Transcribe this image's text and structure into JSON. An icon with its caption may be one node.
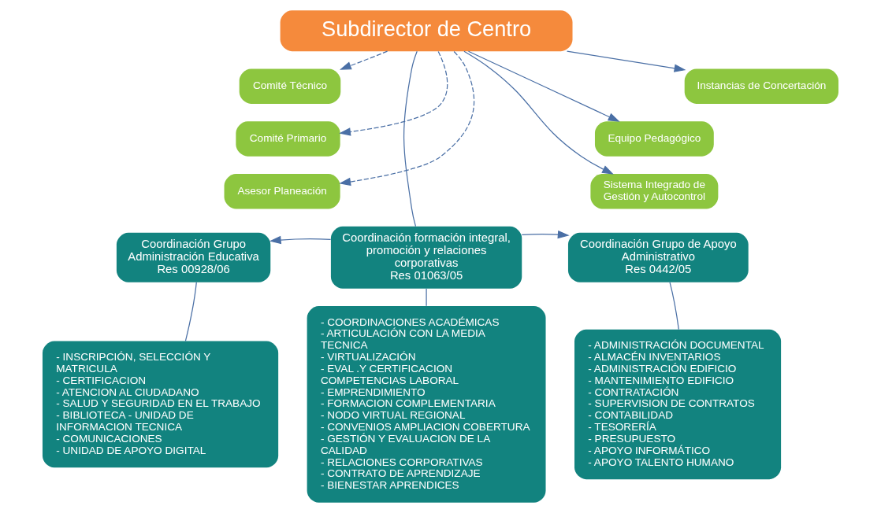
{
  "diagram": {
    "nodes": [
      {
        "text": [
          "Subdirector de Centro"
        ]
      },
      {
        "text": [
          "Comité Técnico"
        ]
      },
      {
        "text": [
          "Instancias de Concertación"
        ]
      },
      {
        "text": [
          "Comité Primario"
        ]
      },
      {
        "text": [
          "Equipo Pedagógico"
        ]
      },
      {
        "text": [
          "Asesor Planeación"
        ]
      },
      {
        "text": [
          "Sistema Integrado de Gestión y Autocontrol"
        ]
      },
      {
        "text": [
          "Coordinación Grupo Administración Educativa",
          "Res 00928/06"
        ]
      },
      {
        "text": [
          "Coordinación formación integral, promoción y relaciones corporativas",
          "Res 01063/05"
        ]
      },
      {
        "text": [
          "Coordinación Grupo de Apoyo Administrativo",
          "Res 0442/05"
        ]
      },
      {
        "text": [
          "- INSCRIPCIÓN, SELECCIÓN Y MATRICULA",
          "- CERTIFICACION",
          "- ATENCION AL CIUDADANO",
          "- SALUD Y SEGURIDAD EN EL TRABAJO",
          "- BIBLIOTECA - UNIDAD DE INFORMACION TECNICA",
          "- COMUNICACIONES",
          "- UNIDAD DE APOYO DIGITAL"
        ]
      },
      {
        "text": [
          "- COORDINACIONES ACADÉMICAS",
          "- ARTICULACIÓN CON LA MEDIA TECNICA",
          "- VIRTUALIZACIÓN",
          "- EVAL .Y CERTIFICACION COMPETENCIAS LABORAL",
          "- EMPRENDIMIENTO",
          "- FORMACION COMPLEMENTARIA",
          "- NODO VIRTUAL REGIONAL",
          "- CONVENIOS AMPLIACION COBERTURA",
          "- GESTIÓN Y EVALUACION DE LA CALIDAD",
          "- RELACIONES CORPORATIVAS",
          "- CONTRATO DE APRENDIZAJE",
          "- BIENESTAR APRENDICES"
        ]
      },
      {
        "text": [
          "- ADMINISTRACIÓN DOCUMENTAL",
          "- ALMACÉN INVENTARIOS",
          "- ADMINISTRACIÓN EDIFICIO",
          "- MANTENIMIENTO EDIFICIO",
          "- CONTRATACIÓN",
          "- SUPERVISION DE CONTRATOS",
          "- CONTABILIDAD",
          "- TESORERÍA",
          "- PRESUPUESTO",
          "- APOYO INFORMÁTICO",
          "- APOYO TALENTO HUMANO"
        ]
      }
    ],
    "edges": [
      {
        "from": 0,
        "to": 1,
        "arrow": "to",
        "style": "dashed"
      },
      {
        "from": 0,
        "to": 2,
        "arrow": "to"
      },
      {
        "from": 0,
        "to": 3,
        "arrow": "to",
        "style": "dashed"
      },
      {
        "from": 0,
        "to": 4,
        "arrow": "to"
      },
      {
        "from": 0,
        "to": 5,
        "arrow": "to",
        "style": "dashed"
      },
      {
        "from": 0,
        "to": 6,
        "arrow": "to"
      },
      {
        "from": 0,
        "to": 8,
        "arrow": "none"
      },
      {
        "from": 8,
        "to": 7,
        "arrow": "to"
      },
      {
        "from": 8,
        "to": 9,
        "arrow": "to"
      },
      {
        "from": 7,
        "to": 10,
        "arrow": "none"
      },
      {
        "from": 8,
        "to": 11,
        "arrow": "none"
      },
      {
        "from": 9,
        "to": 12,
        "arrow": "none"
      }
    ]
  }
}
